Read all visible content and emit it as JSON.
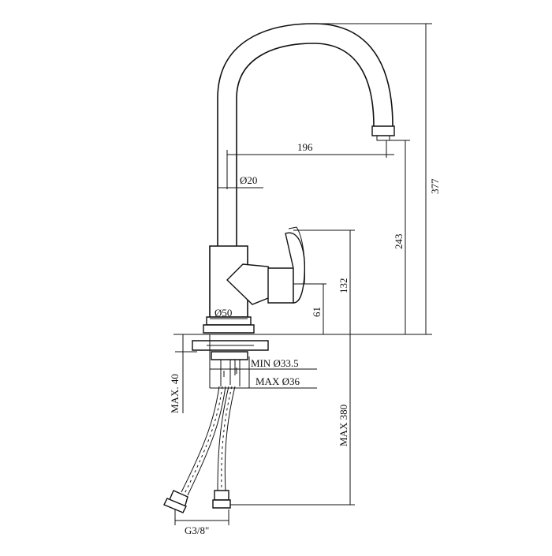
{
  "drawing": {
    "title": "",
    "dimensions": {
      "spout_reach": "196",
      "spout_diameter": "Ø20",
      "total_height": "377",
      "spout_height": "243",
      "handle_height": "132",
      "handle_axis_height": "61",
      "body_diameter": "Ø50",
      "hole_min": "MIN Ø33.5",
      "hole_max": "MAX Ø36",
      "max_deck_thickness": "MAX. 40",
      "hose_length": "MAX 380",
      "connection_thread": "G3/8\""
    }
  }
}
